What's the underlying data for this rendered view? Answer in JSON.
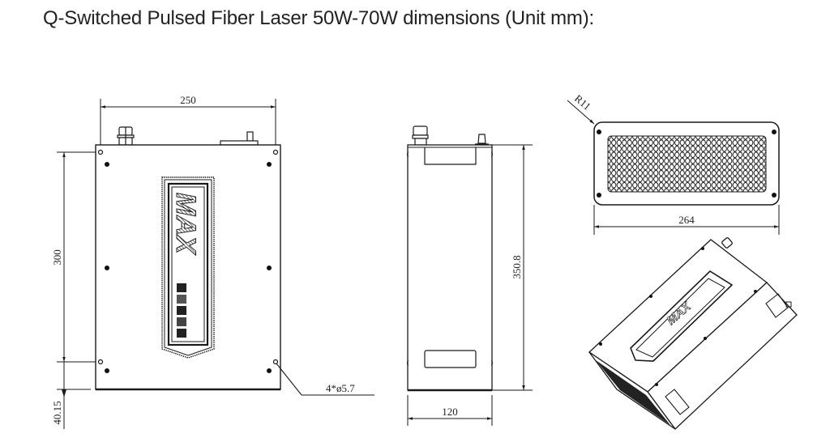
{
  "title": "Q-Switched Pulsed Fiber Laser 50W-70W dimensions (Unit mm):",
  "front_view": {
    "width_label": "250",
    "height_label": "300",
    "offset_label": "40.15",
    "hole_label": "4*ø5.7",
    "logo_text": "MAX"
  },
  "side_view": {
    "height_label": "350.8",
    "depth_label": "120"
  },
  "top_view": {
    "radius_label": "R11",
    "width_label": "264"
  },
  "colors": {
    "line": "#1a1a1a",
    "text": "#222222",
    "background": "#ffffff"
  }
}
